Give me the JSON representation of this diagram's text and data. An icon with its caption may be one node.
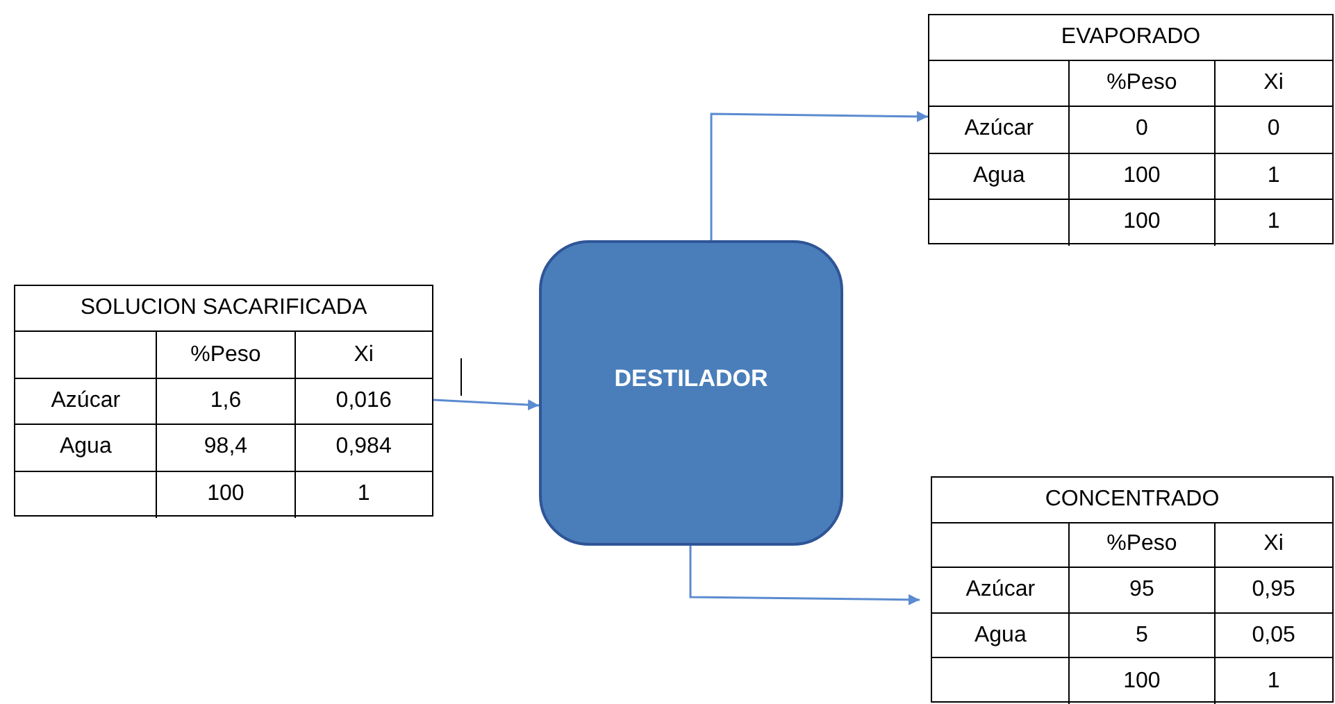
{
  "diagram": {
    "nodes": [
      {
        "text": [
          "SOLUCION SACARIFICADA",
          "%Peso",
          "Xi",
          "Azúcar",
          "1,6",
          "0,016",
          "Agua",
          "98,4",
          "0,984",
          "100",
          "1"
        ]
      },
      {
        "text": [
          "DESTILADOR"
        ]
      },
      {
        "text": [
          "EVAPORADO",
          "%Peso",
          "Xi",
          "Azúcar",
          "0",
          "0",
          "Agua",
          "100",
          "1",
          "100",
          "1"
        ]
      },
      {
        "text": [
          "CONCENTRADO",
          "%Peso",
          "Xi",
          "Azúcar",
          "95",
          "0,95",
          "Agua",
          "5",
          "0,05",
          "100",
          "1"
        ]
      }
    ],
    "edges": [
      {
        "from": 0,
        "to": 1,
        "arrow": "to"
      },
      {
        "from": 1,
        "to": 2,
        "arrow": "to"
      },
      {
        "from": 1,
        "to": 3,
        "arrow": "to"
      }
    ]
  }
}
